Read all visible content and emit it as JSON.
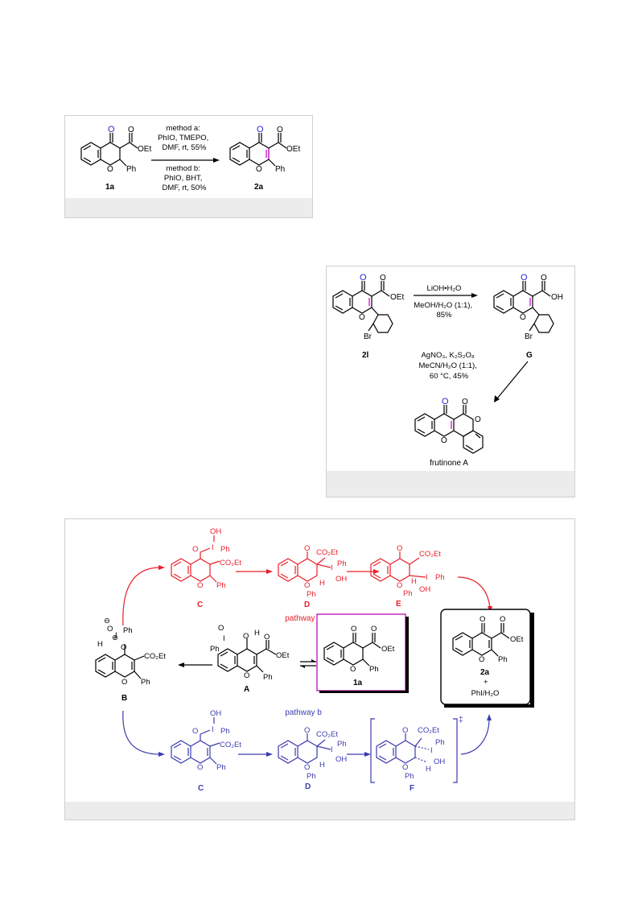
{
  "scheme1": {
    "compound_1a": "1a",
    "compound_2a": "2a",
    "carbonyl_o": "O",
    "ring_o": "O",
    "ester": "OEt",
    "phenyl": "Ph",
    "method_a": [
      "method a:",
      "PhIO, TMEPO,",
      "DMF, rt, 55%"
    ],
    "method_b": [
      "method b:",
      "PhIO, BHT,",
      "DMF, rt, 50%"
    ]
  },
  "scheme2": {
    "compound_2l": "2l",
    "compound_G": "G",
    "ester": "OEt",
    "acid": "OH",
    "bromo": "Br",
    "step1_top": "LiOH•H₂O",
    "step1_bottom": [
      "MeOH/H₂O (1:1),",
      "85%"
    ],
    "step2": [
      "AgNO₃, K₂S₂O₈",
      "MeCN/H₂O (1:1),",
      "60 °C, 45%"
    ],
    "product": "frutinone A"
  },
  "scheme3": {
    "pathway_a": "pathway a",
    "pathway_b": "pathway b",
    "labels": {
      "A": "A",
      "B": "B",
      "C": "C",
      "D": "D",
      "E": "E",
      "F": "F",
      "1a": "1a",
      "2a": "2a"
    },
    "ester": "CO₂Et",
    "ester_short": "OEt",
    "phenyl": "Ph",
    "iodine": "I",
    "hydroxyl": "OH",
    "hydrogen": "H",
    "oxygen": "O",
    "byproduct_plus": "+",
    "byproduct": "PhI/H₂O",
    "transition_state": "‡",
    "charge_plus": "⊕",
    "charge_minus": "⊖"
  }
}
